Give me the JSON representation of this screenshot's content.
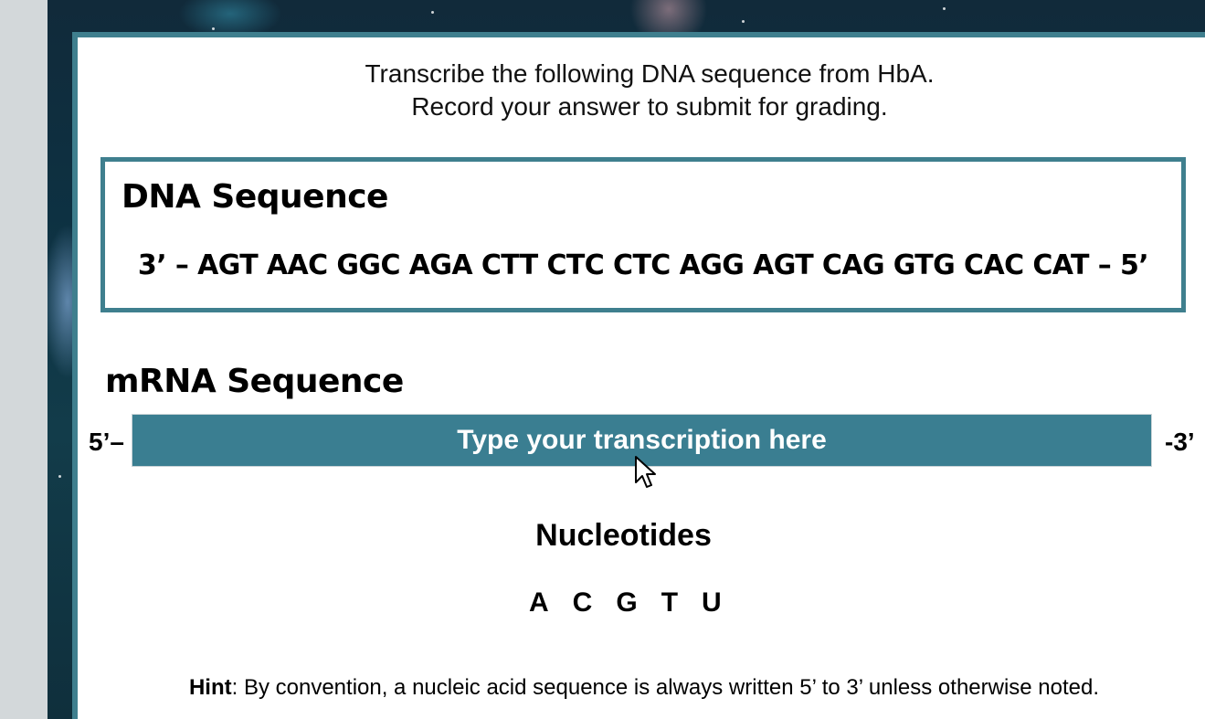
{
  "instructions": {
    "line1": "Transcribe the following DNA sequence from HbA.",
    "line2": "Record your answer to submit for grading."
  },
  "dna": {
    "title": "DNA Sequence",
    "sequence": "3’ – AGT AAC GGC AGA CTT CTC CTC AGG AGT CAG GTG CAC CAT – 5’"
  },
  "mrna": {
    "title": "mRNA Sequence",
    "prefix": "5’–",
    "suffix": "-3’",
    "input_value": "",
    "placeholder": "Type your transcription here"
  },
  "nucleotides": {
    "title": "Nucleotides",
    "items": [
      "A",
      "C",
      "G",
      "T",
      "U"
    ]
  },
  "hint": {
    "label": "Hint",
    "text": ": By convention, a nucleic acid sequence is always written 5’ to 3’ unless otherwise noted."
  },
  "colors": {
    "accent": "#3f7f8e",
    "input_bg": "#3a7e91"
  }
}
